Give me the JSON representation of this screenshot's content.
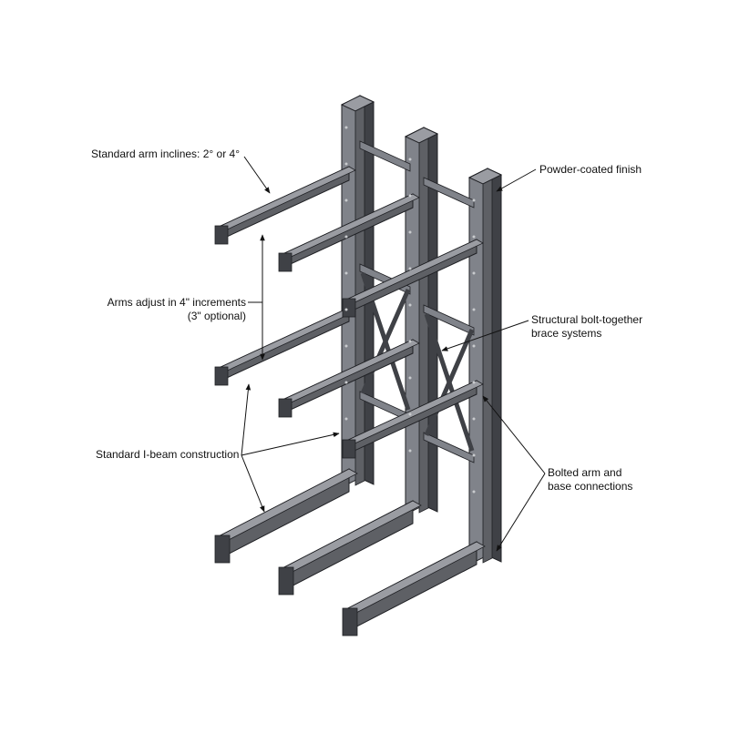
{
  "callouts": {
    "arm_inclines": "Standard arm inclines:  2° or 4°",
    "arms_adjust_line1": "Arms adjust in 4\" increments",
    "arms_adjust_line2": "(3\" optional)",
    "ibeam": "Standard I-beam construction",
    "powder_coated": "Powder-coated finish",
    "brace_line1": "Structural bolt-together",
    "brace_line2": "brace systems",
    "bolted_line1": "Bolted arm and",
    "bolted_line2": "base connections"
  },
  "colors": {
    "steel_front": "#5e6065",
    "steel_dark": "#3f4146",
    "steel_light": "#80838a",
    "outline": "#1f2024",
    "hole": "#c9cbce",
    "leader": "#111111"
  }
}
